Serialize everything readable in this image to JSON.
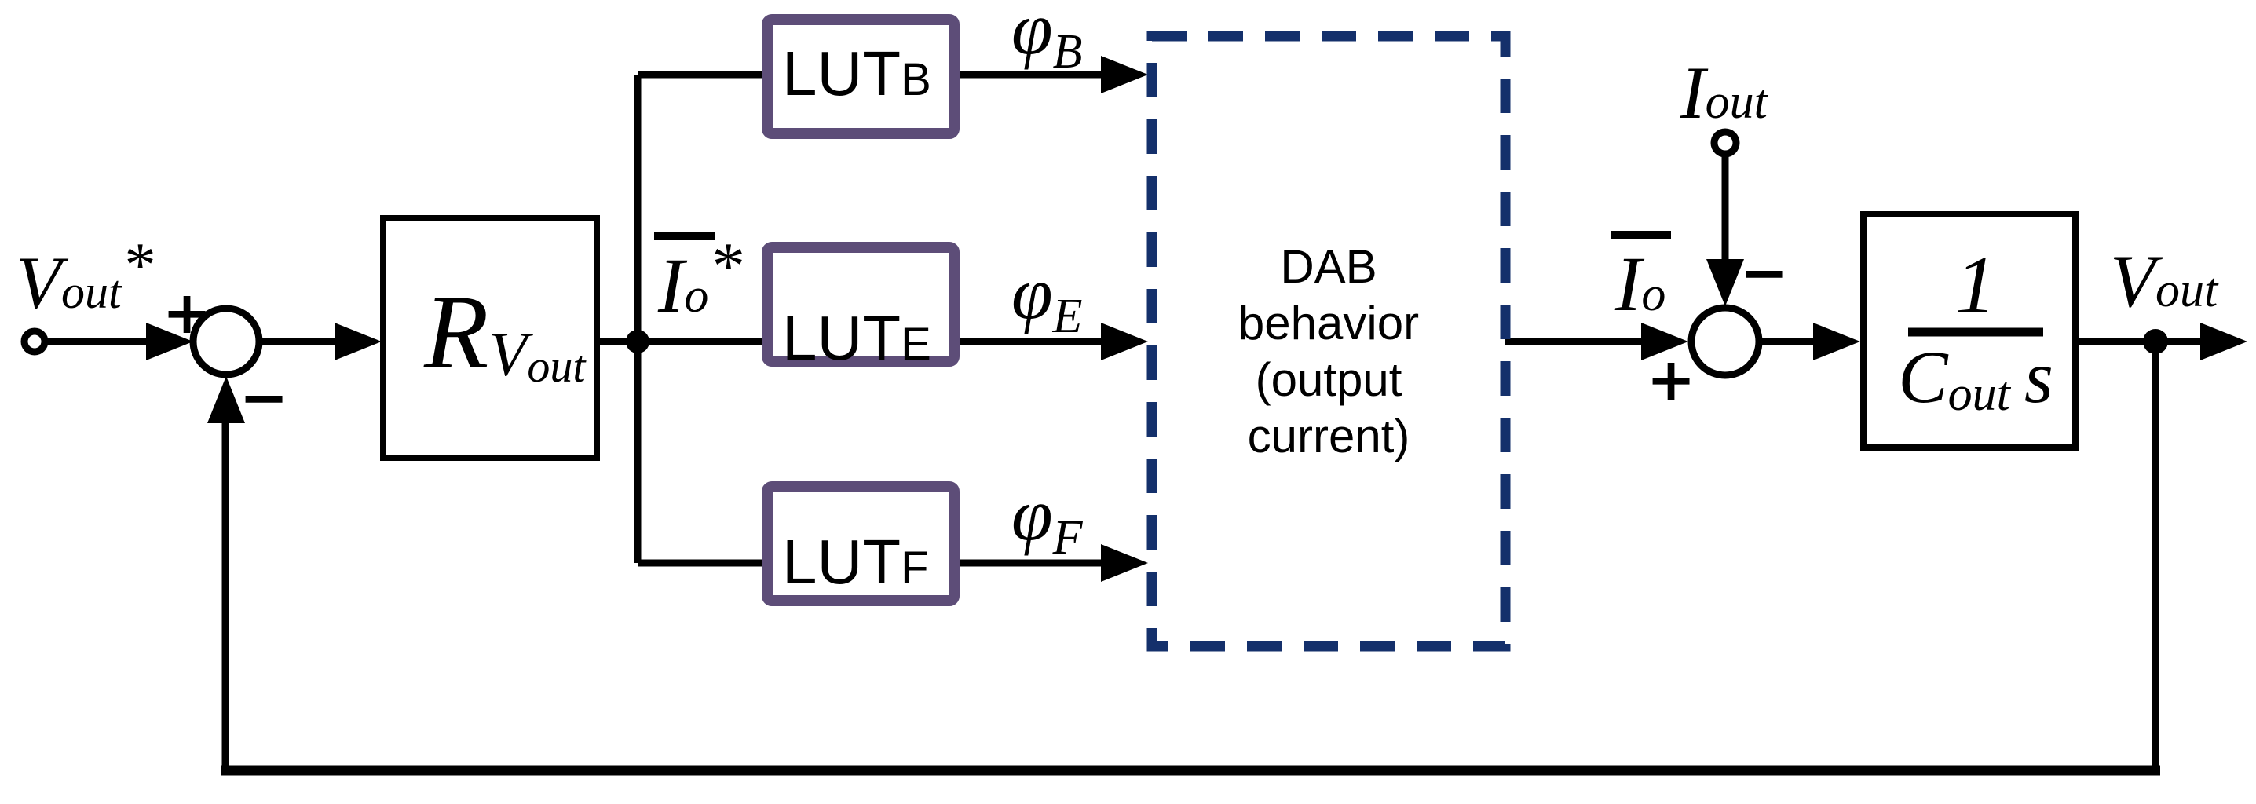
{
  "figure": {
    "type": "control-block-diagram",
    "description_visible_text_only": true
  },
  "colors": {
    "diagram_line": "#000000",
    "lut_border": "#5D4D78",
    "dab_border": "#14306B",
    "background": "#FFFFFF"
  },
  "labels": {
    "vout_ref": {
      "base": "V",
      "sub": "out",
      "sup": "*"
    },
    "sum1": {
      "plus": "+",
      "minus": "−"
    },
    "rvout": {
      "base": "R",
      "sub_base": "V",
      "sub_sub": "out"
    },
    "io_ref": {
      "base": "I",
      "sub": "o",
      "sup": "*"
    },
    "lut_b": {
      "base": "LUT",
      "sub": "B"
    },
    "lut_e": {
      "base": "LUT",
      "sub": "E"
    },
    "lut_f": {
      "base": "LUT",
      "sub": "F"
    },
    "phi_b": {
      "base": "φ",
      "sub": "B"
    },
    "phi_e": {
      "base": "φ",
      "sub": "E"
    },
    "phi_f": {
      "base": "φ",
      "sub": "F"
    },
    "dab": {
      "line1": "DAB",
      "line2": "behavior",
      "line3": "(output",
      "line4": "current)"
    },
    "io_out": {
      "base": "I",
      "sub": "o"
    },
    "iout": {
      "base": "I",
      "sub": "out"
    },
    "sum2": {
      "plus": "+",
      "minus": "−"
    },
    "integrator": {
      "num": "1",
      "den_base": "C",
      "den_sub": "out",
      "den_var": "s"
    },
    "vout": {
      "base": "V",
      "sub": "out"
    }
  }
}
